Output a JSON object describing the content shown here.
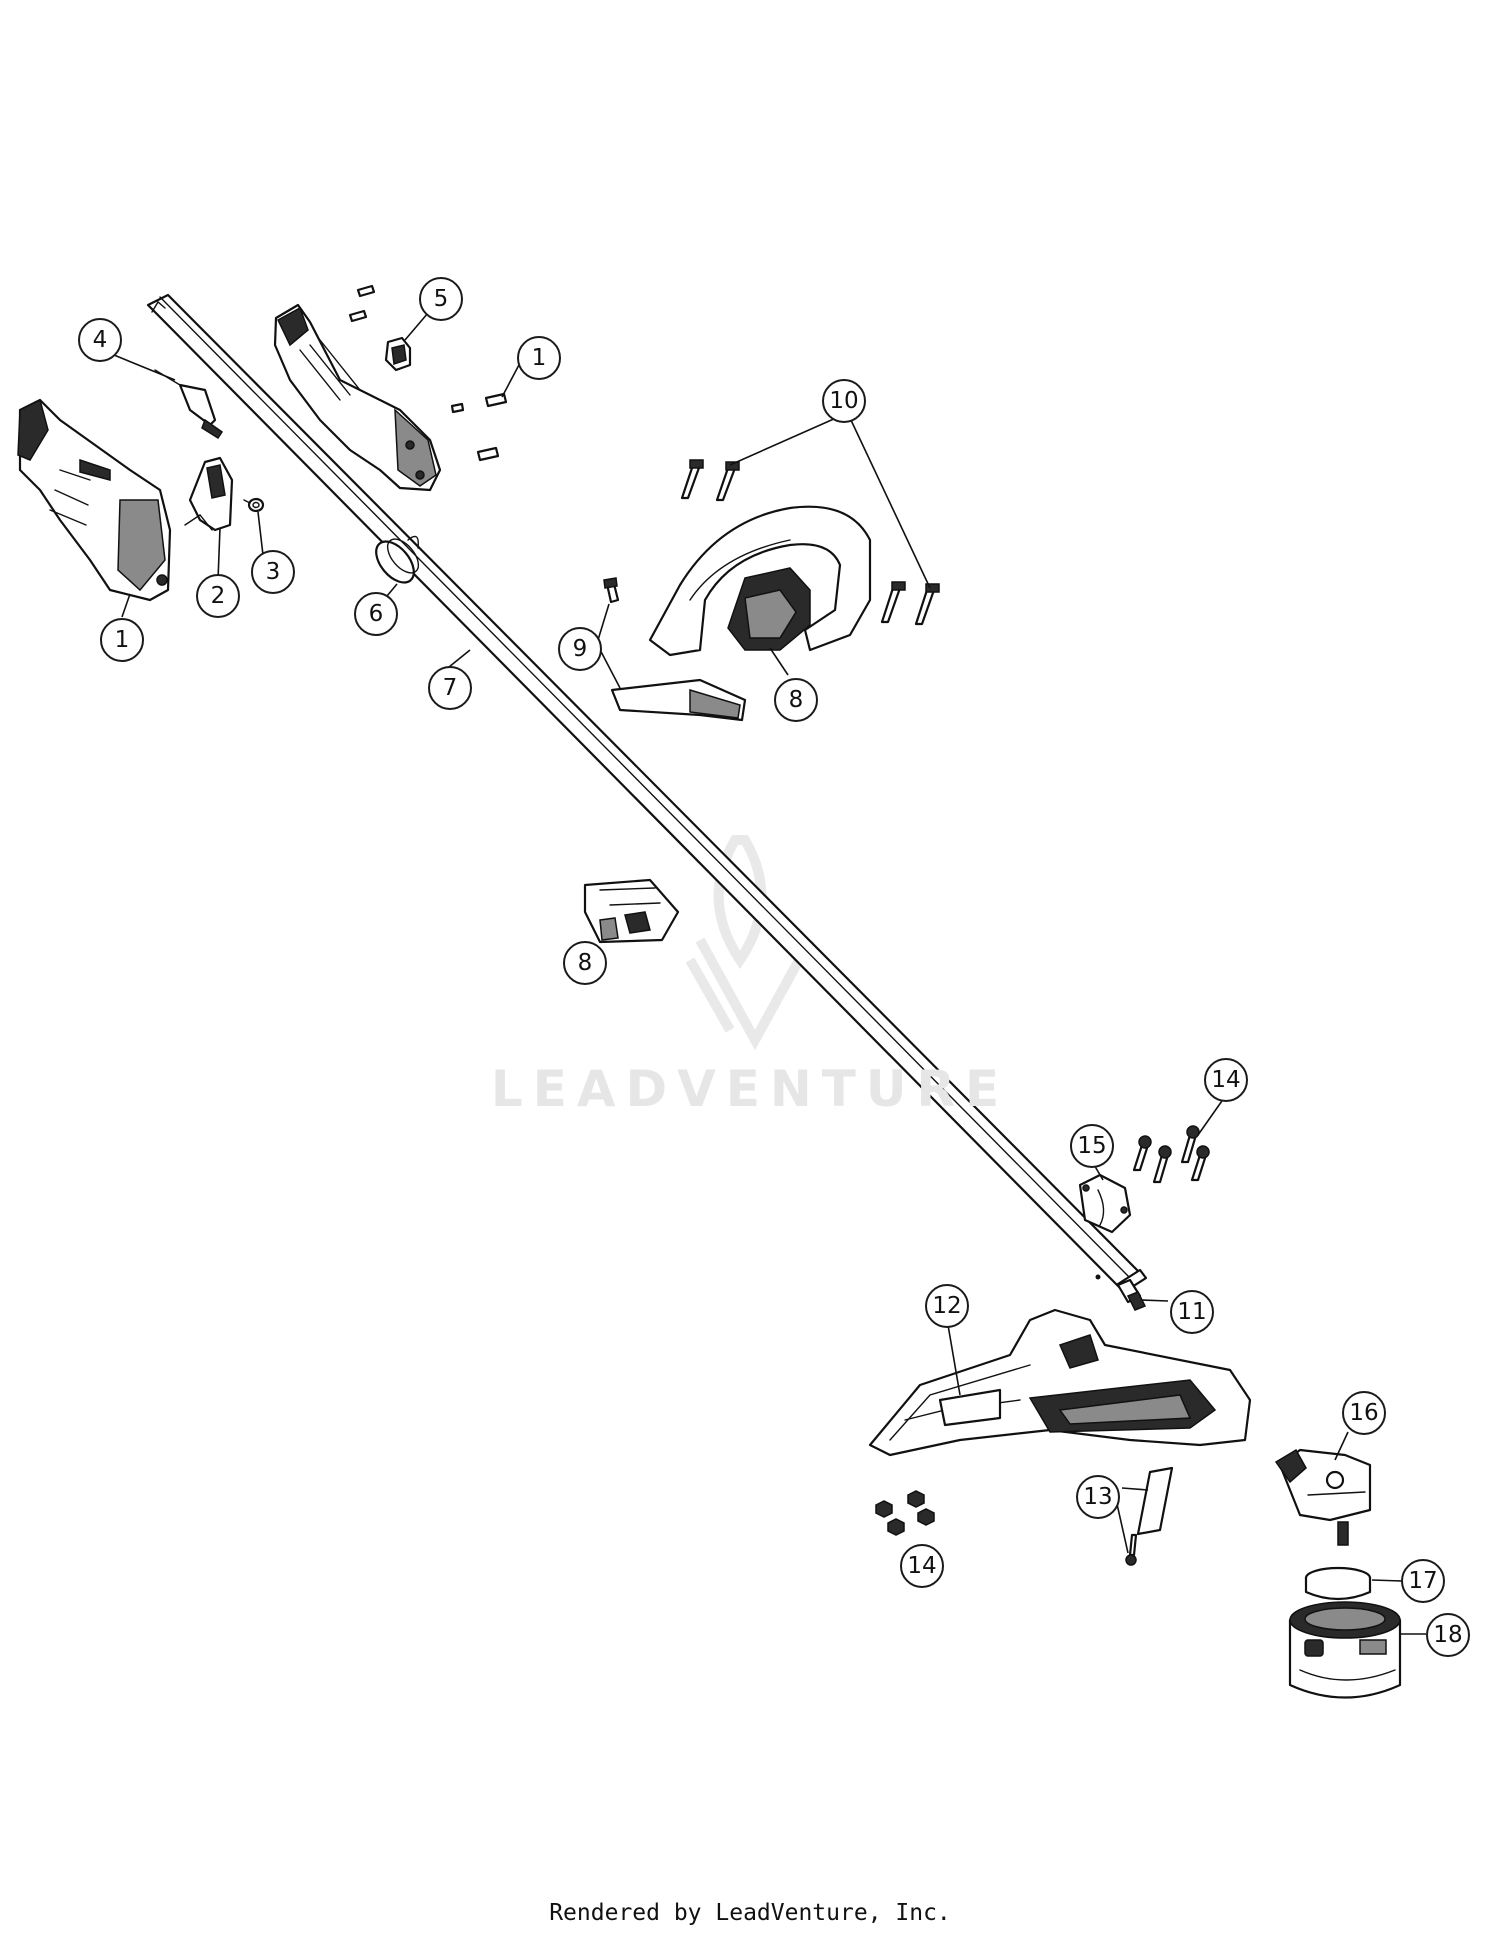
{
  "watermark": {
    "text": "LEADVENTURE"
  },
  "footer": {
    "text": "Rendered by LeadVenture, Inc."
  },
  "callouts": [
    "1",
    "1",
    "2",
    "3",
    "4",
    "5",
    "6",
    "7",
    "8",
    "8",
    "9",
    "10",
    "11",
    "12",
    "13",
    "14",
    "14",
    "15",
    "16",
    "17",
    "18"
  ]
}
